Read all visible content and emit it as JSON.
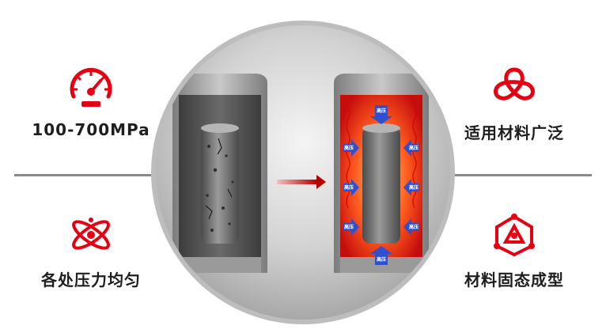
{
  "features": [
    {
      "id": "pressure",
      "label": "100-700MPa",
      "icon": "speedometer-icon"
    },
    {
      "id": "materials",
      "label": "适用材料广泛",
      "icon": "trefoil-knot-icon"
    },
    {
      "id": "uniform",
      "label": "各处压力均匀",
      "icon": "atom-icon"
    },
    {
      "id": "solid",
      "label": "材料固态成型",
      "icon": "molecule-triangle-icon"
    }
  ],
  "diagram": {
    "pressure_label": "高压"
  },
  "colors": {
    "accent": "#e60012",
    "text": "#1e1e1e",
    "divider": "#8a8a8a"
  }
}
